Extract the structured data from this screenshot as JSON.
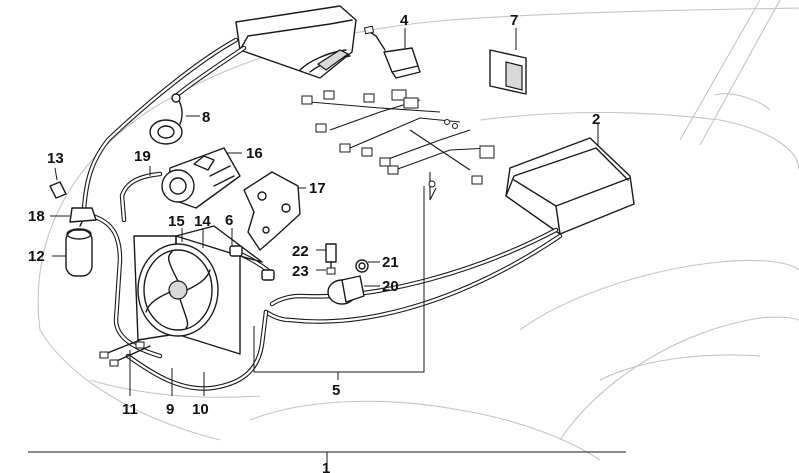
{
  "diagram": {
    "callouts": [
      {
        "id": "c1",
        "label": "1"
      },
      {
        "id": "c2",
        "label": "2"
      },
      {
        "id": "c4",
        "label": "4"
      },
      {
        "id": "c5",
        "label": "5"
      },
      {
        "id": "c6",
        "label": "6"
      },
      {
        "id": "c7",
        "label": "7"
      },
      {
        "id": "c8",
        "label": "8"
      },
      {
        "id": "c9",
        "label": "9"
      },
      {
        "id": "c10",
        "label": "10"
      },
      {
        "id": "c11",
        "label": "11"
      },
      {
        "id": "c12",
        "label": "12"
      },
      {
        "id": "c13",
        "label": "13"
      },
      {
        "id": "c14",
        "label": "14"
      },
      {
        "id": "c15",
        "label": "15"
      },
      {
        "id": "c16",
        "label": "16"
      },
      {
        "id": "c17",
        "label": "17"
      },
      {
        "id": "c18",
        "label": "18"
      },
      {
        "id": "c19",
        "label": "19"
      },
      {
        "id": "c20",
        "label": "20"
      },
      {
        "id": "c21",
        "label": "21"
      },
      {
        "id": "c22",
        "label": "22"
      },
      {
        "id": "c23",
        "label": "23"
      }
    ]
  }
}
